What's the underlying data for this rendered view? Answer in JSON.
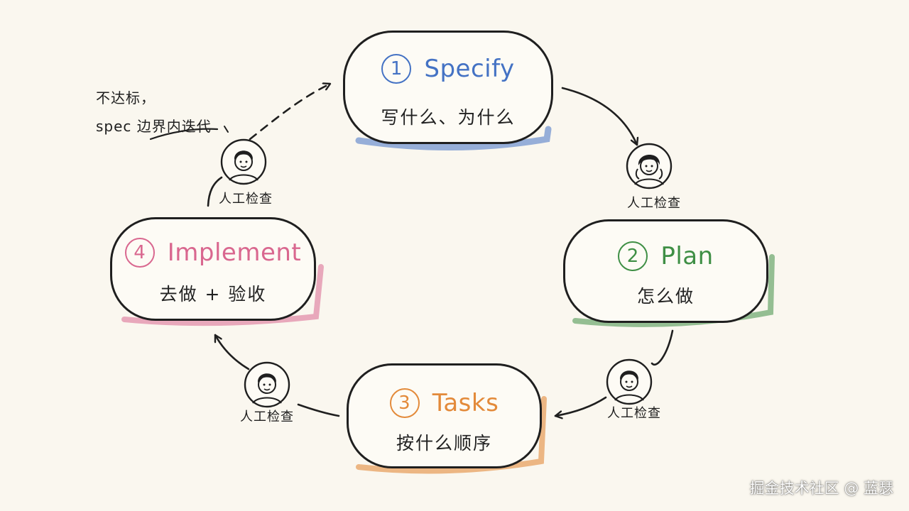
{
  "colors": {
    "specify": "#4472c4",
    "plan": "#3f8f45",
    "tasks": "#e38a3a",
    "implement": "#d9678f",
    "ink": "#1f1f1f",
    "background": "#faf7ef"
  },
  "steps": [
    {
      "number": "1",
      "title": "Specify",
      "subtitle": "写什么、为什么"
    },
    {
      "number": "2",
      "title": "Plan",
      "subtitle": "怎么做"
    },
    {
      "number": "3",
      "title": "Tasks",
      "subtitle": "按什么顺序"
    },
    {
      "number": "4",
      "title": "Implement",
      "subtitle": "去做 + 验收"
    }
  ],
  "human_check_label": "人工检查",
  "avatar_icon": "person-avatar-icon",
  "iterate_note": {
    "line1": "不达标，",
    "line2": "spec 边界内迭代"
  },
  "watermark": "掘金技术社区 @ 蓝瑟"
}
